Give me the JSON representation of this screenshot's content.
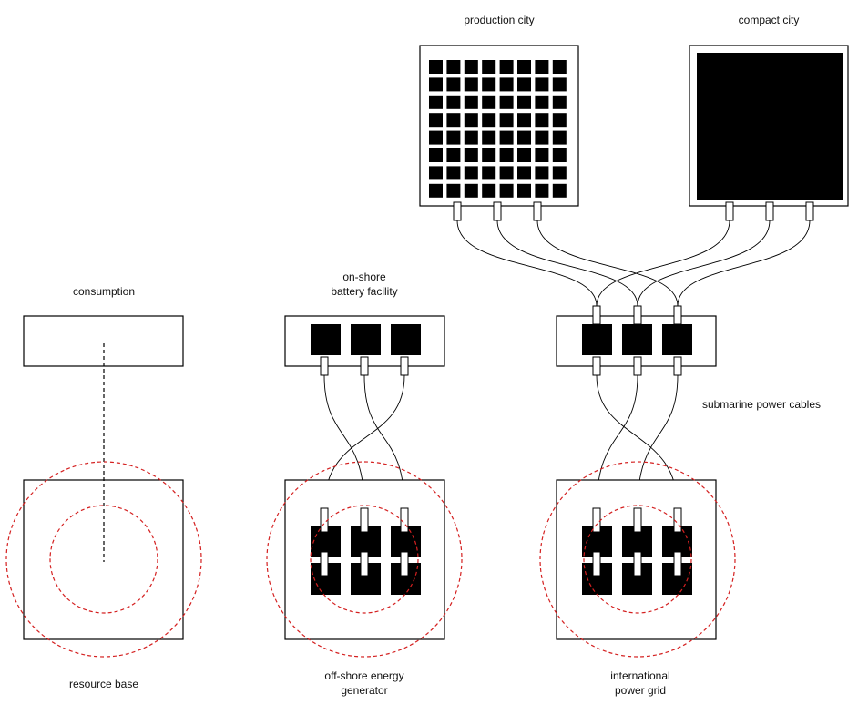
{
  "labels": {
    "production_city": "production city",
    "compact_city": "compact city",
    "consumption": "consumption",
    "battery_line1": "on-shore",
    "battery_line2": "battery facility",
    "submarine_cables": "submarine power cables",
    "resource_base": "resource base",
    "generator_line1": "off-shore energy",
    "generator_line2": "generator",
    "grid_line1": "international",
    "grid_line2": "power grid"
  },
  "colors": {
    "stroke": "#000000",
    "fill_dark": "#000000",
    "range_circle": "#d42020",
    "background": "#ffffff"
  },
  "production_city_grid": {
    "rows": 8,
    "cols": 8
  }
}
